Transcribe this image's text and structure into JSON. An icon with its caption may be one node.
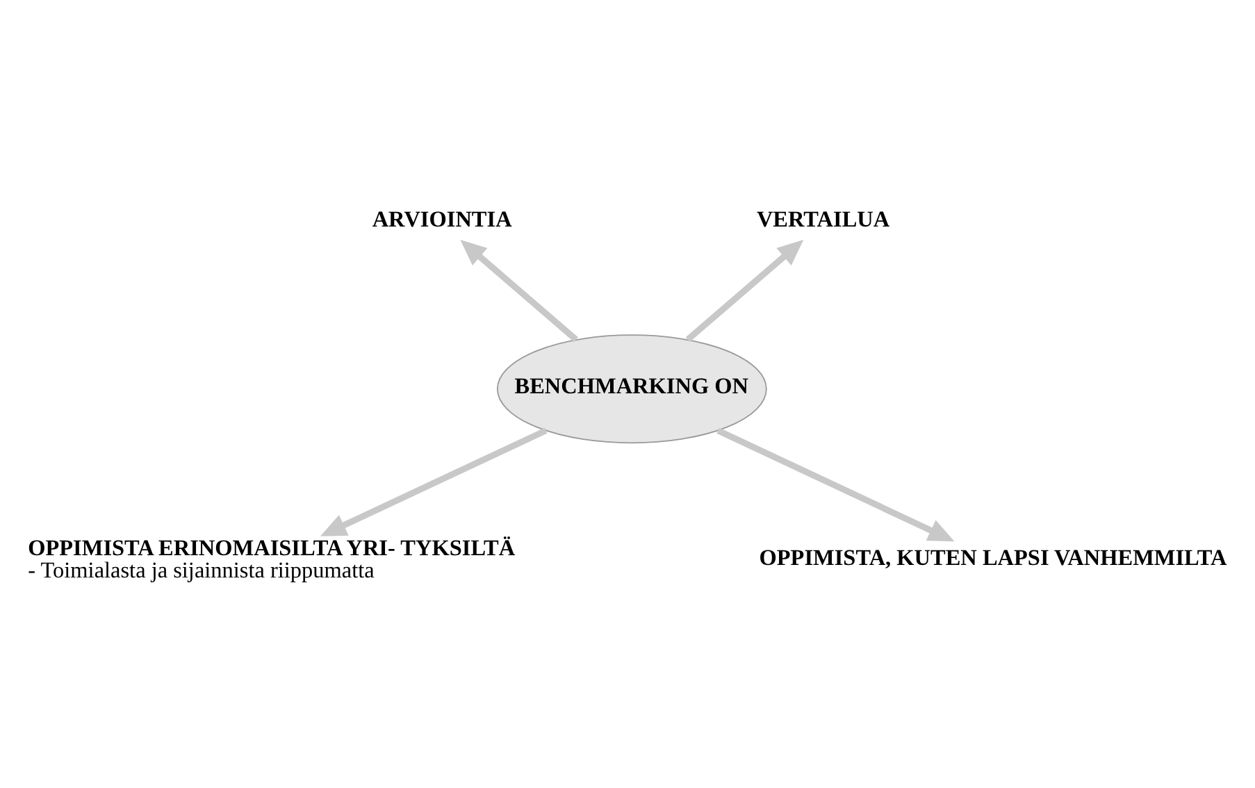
{
  "diagram": {
    "nodes": [
      {
        "text": [
          "BENCHMARKING ON"
        ]
      },
      {
        "text": [
          "ARVIOINTIA"
        ]
      },
      {
        "text": [
          "VERTAILUA"
        ]
      },
      {
        "text": [
          "OPPIMISTA ERINOMAISILTA YRI- TYKSILTÄ",
          "- Toimialasta ja sijainnista riippumatta"
        ]
      },
      {
        "text": [
          "OPPIMISTA, KUTEN LAPSI VANHEMMILTA"
        ]
      }
    ],
    "edges": [
      {
        "from": 0,
        "to": 1,
        "arrow": "to"
      },
      {
        "from": 0,
        "to": 2,
        "arrow": "to"
      },
      {
        "from": 0,
        "to": 3,
        "arrow": "to"
      },
      {
        "from": 0,
        "to": 4,
        "arrow": "to"
      }
    ]
  }
}
